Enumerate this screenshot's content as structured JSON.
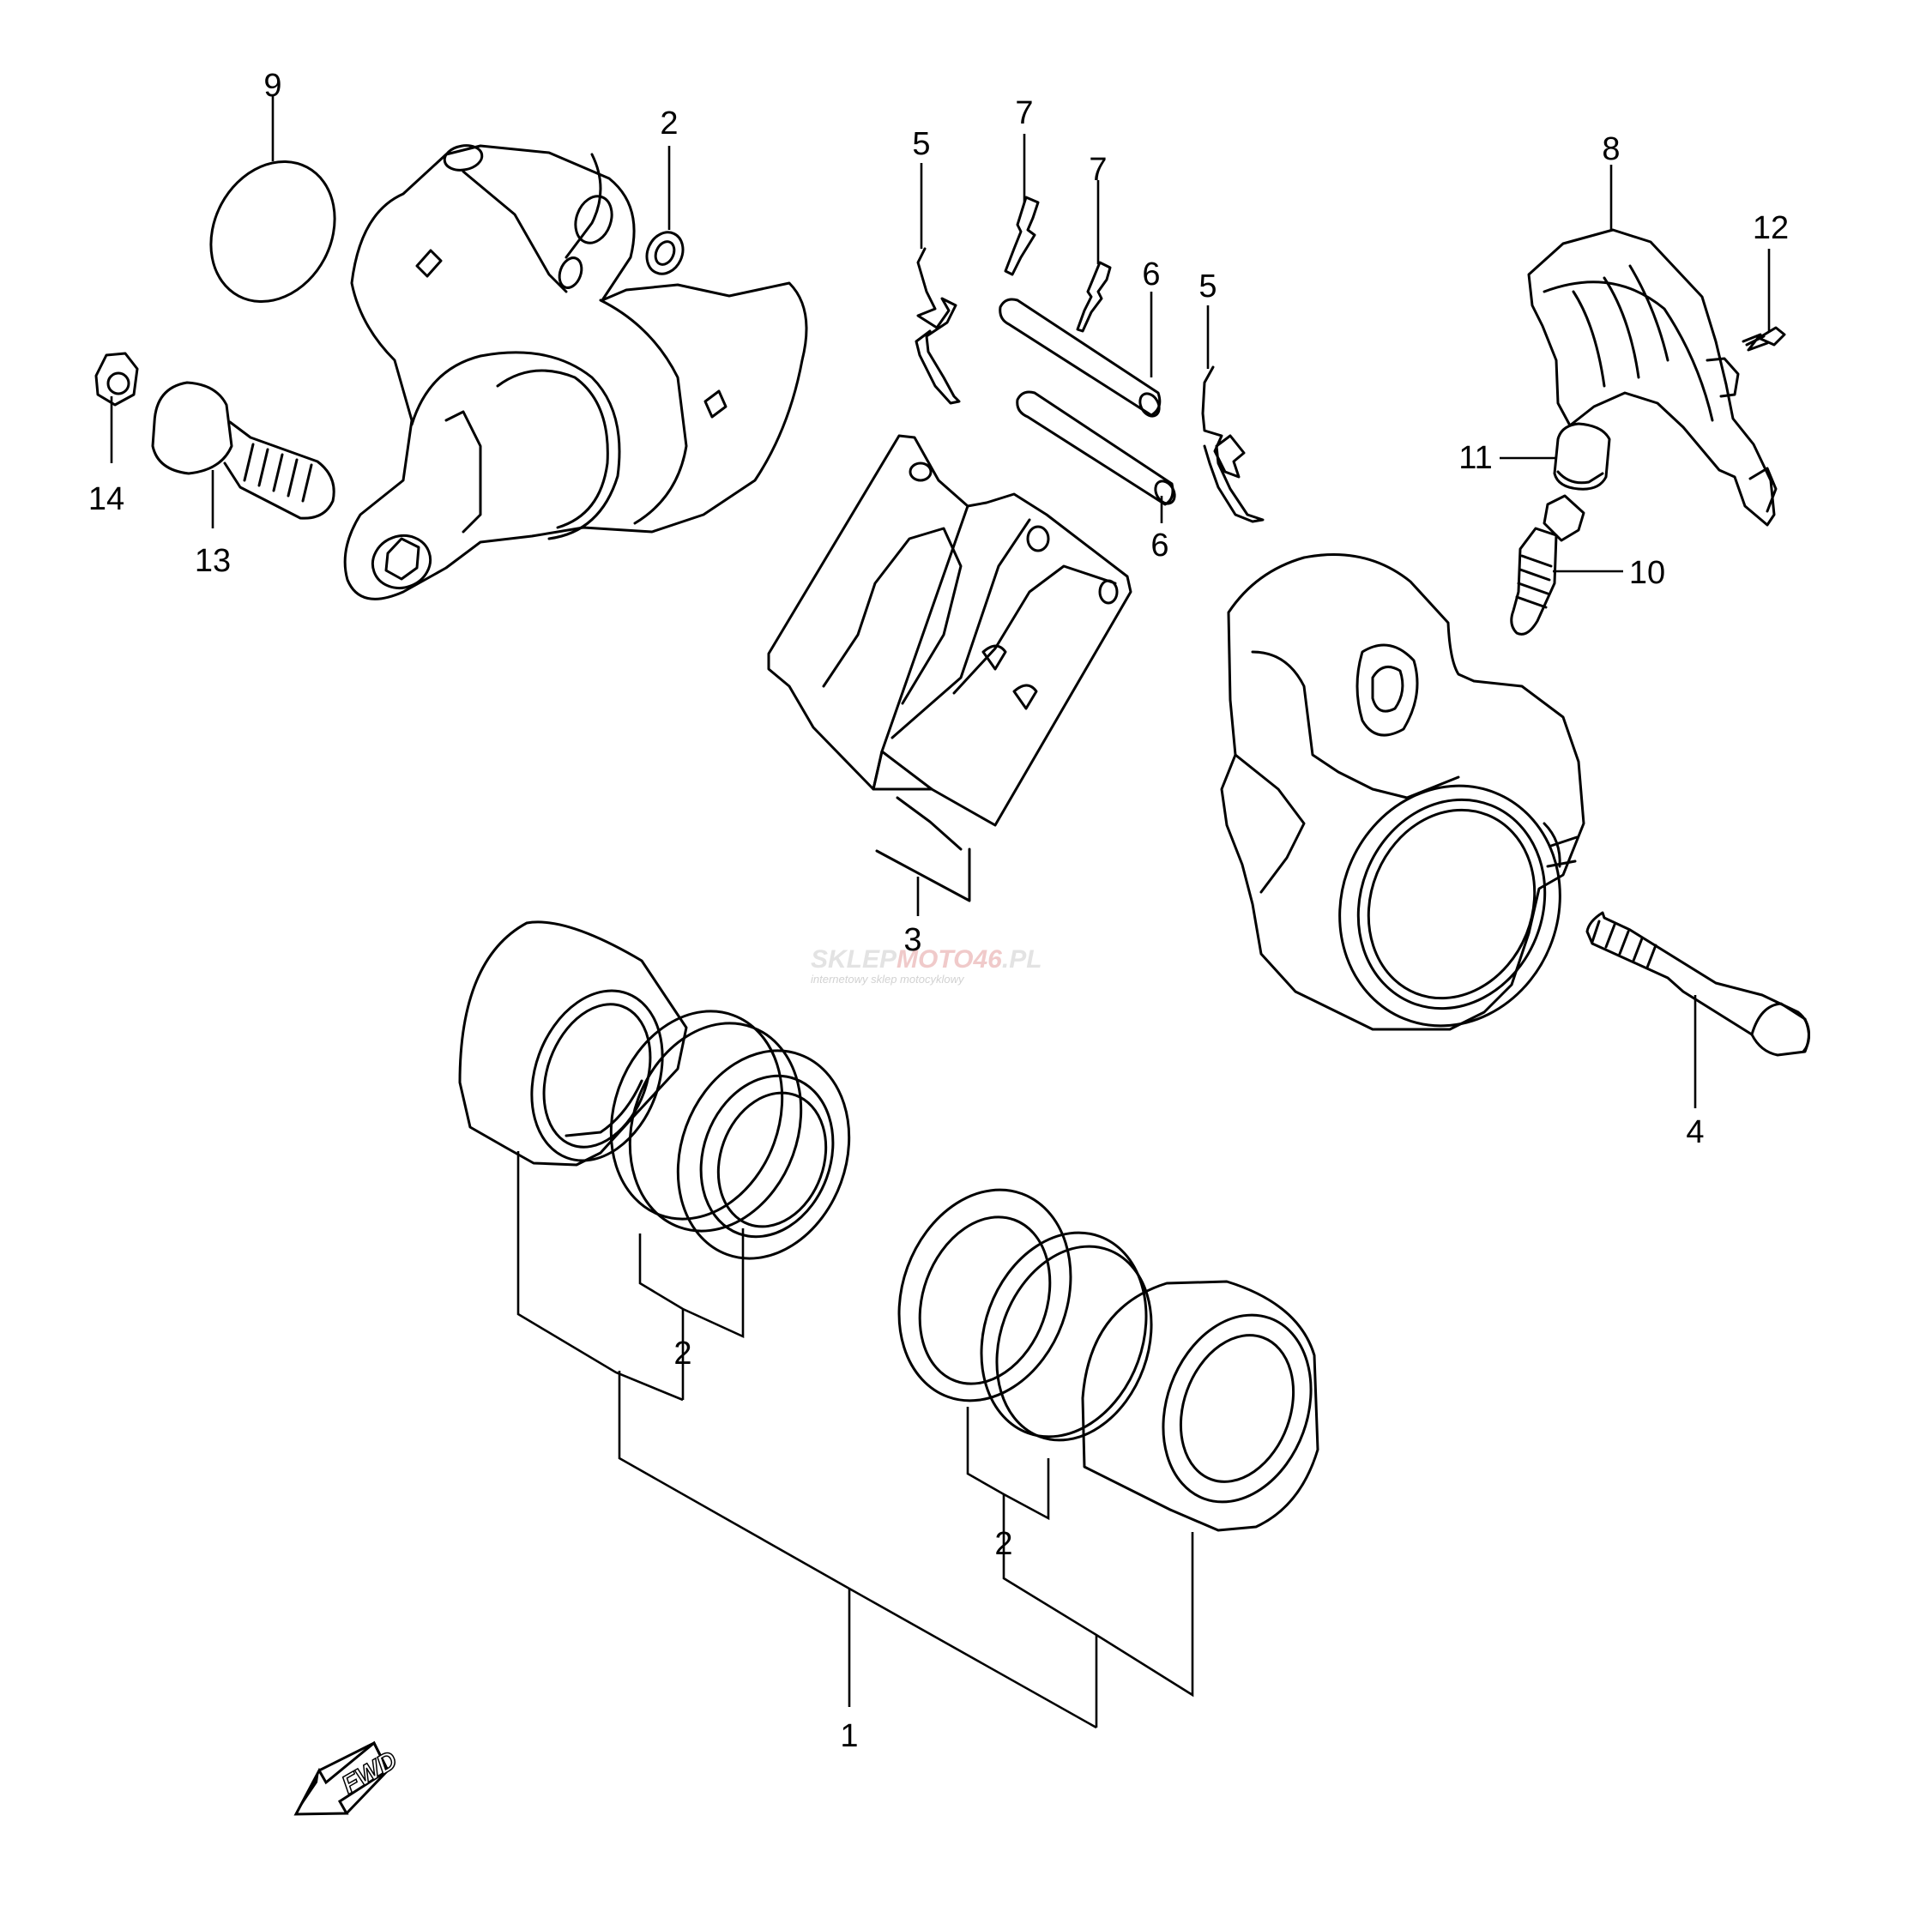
{
  "diagram": {
    "callouts": [
      {
        "id": "c1",
        "label": "1"
      },
      {
        "id": "c2a",
        "label": "2"
      },
      {
        "id": "c2b",
        "label": "2"
      },
      {
        "id": "c2c",
        "label": "2"
      },
      {
        "id": "c3",
        "label": "3"
      },
      {
        "id": "c4",
        "label": "4"
      },
      {
        "id": "c5a",
        "label": "5"
      },
      {
        "id": "c5b",
        "label": "5"
      },
      {
        "id": "c6a",
        "label": "6"
      },
      {
        "id": "c6b",
        "label": "6"
      },
      {
        "id": "c7a",
        "label": "7"
      },
      {
        "id": "c7b",
        "label": "7"
      },
      {
        "id": "c8",
        "label": "8"
      },
      {
        "id": "c9",
        "label": "9"
      },
      {
        "id": "c10",
        "label": "10"
      },
      {
        "id": "c11",
        "label": "11"
      },
      {
        "id": "c12",
        "label": "12"
      },
      {
        "id": "c13",
        "label": "13"
      },
      {
        "id": "c14",
        "label": "14"
      }
    ],
    "watermark": {
      "brand_a": "SKLEP",
      "brand_b": "MOTO",
      "brand_c": "46",
      "brand_d": ".PL",
      "tagline": "internetowy sklep motocyklowy"
    },
    "direction_marker": "FWD"
  }
}
